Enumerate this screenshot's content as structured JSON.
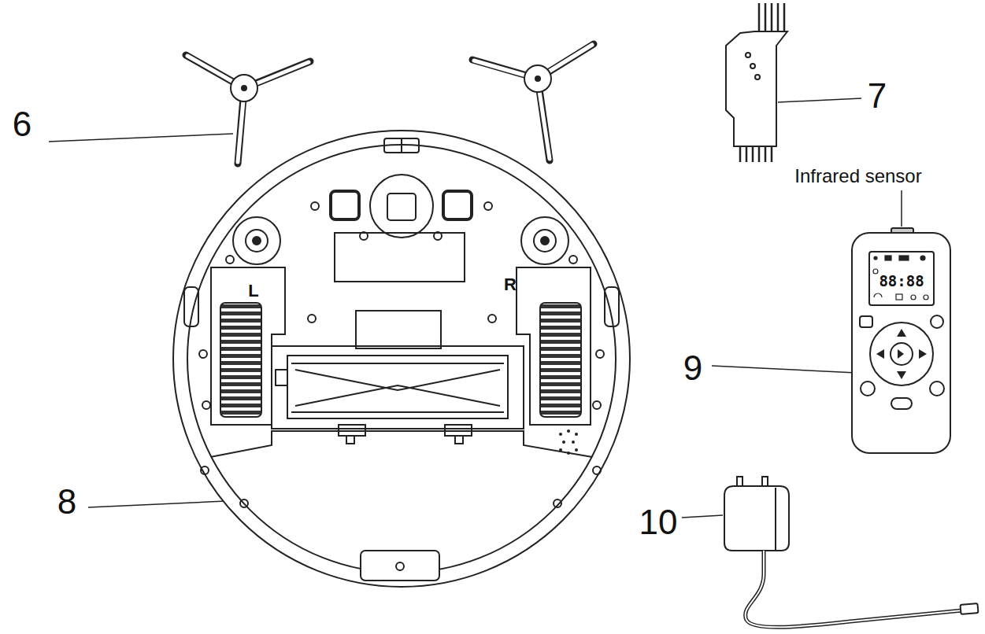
{
  "diagram": {
    "labels": [
      "6",
      "7",
      "Infrared sensor",
      "88:88",
      "L",
      "R",
      "9",
      "8",
      "10"
    ]
  }
}
